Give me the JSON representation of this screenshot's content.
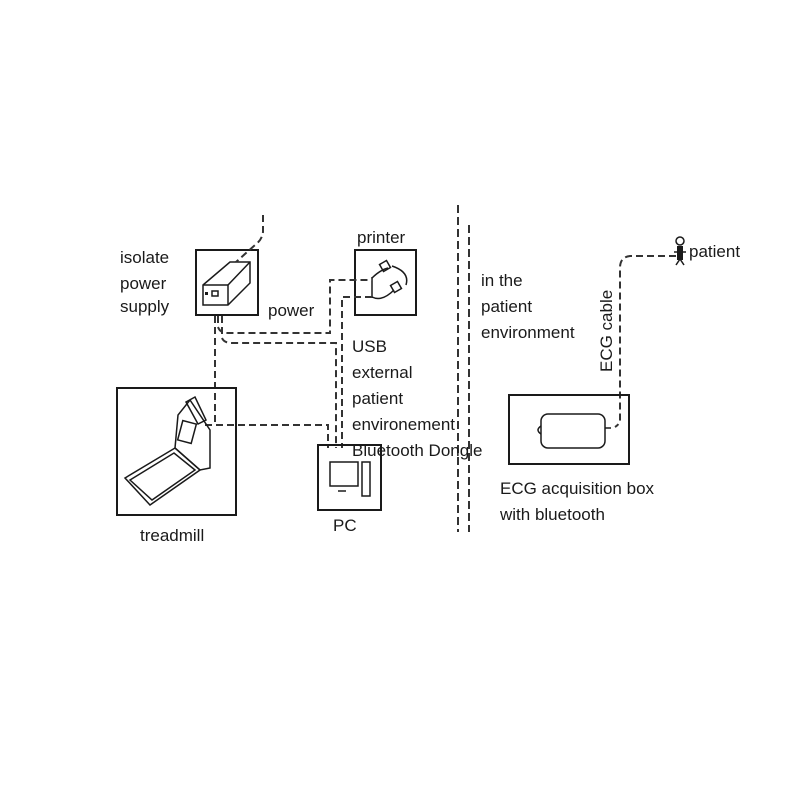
{
  "diagram": {
    "power_supply": {
      "label_lines": [
        "isolate",
        "power",
        "supply"
      ]
    },
    "printer": {
      "label": "printer"
    },
    "power_link": {
      "label": "power"
    },
    "usb_link": {
      "label_lines": [
        "USB",
        "external",
        "patient",
        "environement",
        "Bluetooth Dongle"
      ]
    },
    "pc": {
      "label": "PC"
    },
    "treadmill": {
      "label": "treadmill"
    },
    "patient_zone": {
      "label_lines": [
        "in the",
        "patient",
        "environment"
      ]
    },
    "ecg_cable": {
      "label": "ECG cable"
    },
    "patient": {
      "label": "patient"
    },
    "ecg_box": {
      "label_lines": [
        "ECG acquisition box",
        "with bluetooth"
      ]
    }
  }
}
